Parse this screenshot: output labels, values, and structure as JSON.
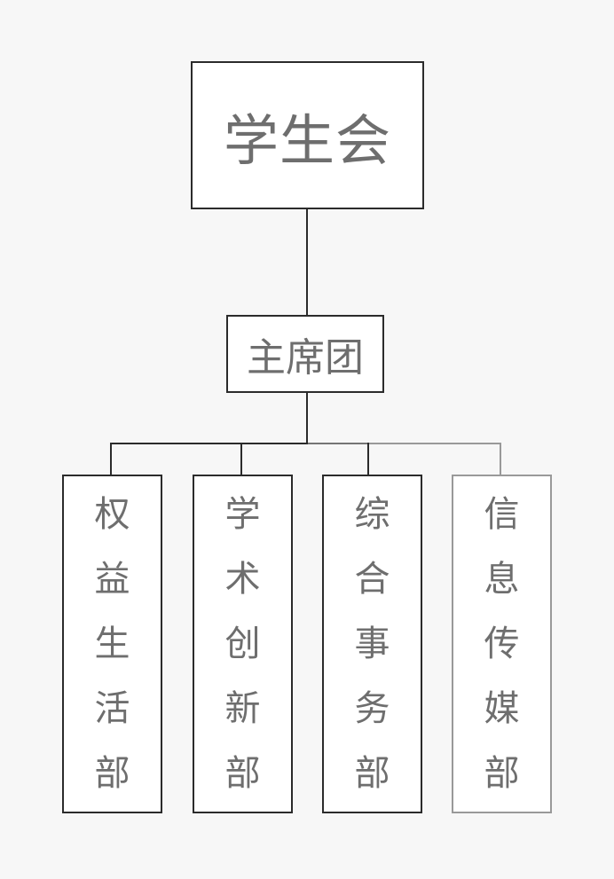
{
  "org_chart": {
    "root": {
      "label": "学生会"
    },
    "executive": {
      "label": "主席团"
    },
    "departments": [
      {
        "label": "权益生活部",
        "style": "dark-border"
      },
      {
        "label": "学术创新部",
        "style": "dark-border"
      },
      {
        "label": "综合事务部",
        "style": "dark-border"
      },
      {
        "label": "信息传媒部",
        "style": "light-border"
      }
    ],
    "colors": {
      "background": "#f7f7f7",
      "box_fill": "#ffffff",
      "box_border_dark": "#2b2b2b",
      "box_border_light": "#999999",
      "connector_dark": "#2b2b2b",
      "connector_medium": "#757575",
      "connector_light": "#999999",
      "text": "#6e6e6e"
    }
  }
}
